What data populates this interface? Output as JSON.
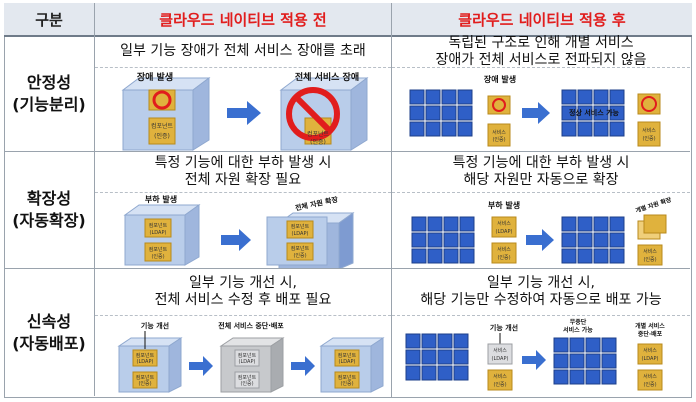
{
  "header": {
    "category": "구분",
    "before": "클라우드 네이티브 적용 전",
    "after": "클라우드 네이티브 적용 후"
  },
  "rows": [
    {
      "category": [
        "안정성",
        "(기능분리)"
      ],
      "before_desc": [
        "일부 기능 장애가 전체 서비스 장애를 초래"
      ],
      "after_desc": [
        "독립된 구조로 인해 개별 서비스",
        "장애가 전체 서비스로 전파되지 않음"
      ],
      "before_labels": {
        "fault": "장애 발생",
        "total_fault": "전체 서비스 장애",
        "component": "컴포넌트",
        "ldap": "(LDAP)",
        "auth": "(인증)"
      },
      "after_labels": {
        "fault": "장애 발생",
        "normal": "정상 서비스 가능",
        "service": "서비스",
        "ldap": "(LDAP)",
        "auth": "(인증)"
      }
    },
    {
      "category": [
        "확장성",
        "(자동확장)"
      ],
      "before_desc": [
        "특정 기능에 대한 부하 발생 시",
        "전체 자원 확장 필요"
      ],
      "after_desc": [
        "특정 기능에 대한 부하 발생 시",
        "해당 자원만 자동으로 확장"
      ],
      "before_labels": {
        "load": "부하 발생",
        "expand": "전체 자원 확장",
        "component": "컴포넌트",
        "ldap": "(LDAP)",
        "auth": "(인증)"
      },
      "after_labels": {
        "load": "부하 발생",
        "expand": "개별 자원 확장",
        "service": "서비스",
        "ldap": "(LDAP)",
        "auth": "(인증)"
      }
    },
    {
      "category": [
        "신속성",
        "(자동배포)"
      ],
      "before_desc": [
        "일부 기능 개선 시,",
        "전체 서비스 수정 후 배포 필요"
      ],
      "after_desc": [
        "일부 기능 개선 시,",
        "해당 기능만 수정하여 자동으로 배포 가능"
      ],
      "before_labels": {
        "improve": "기능 개선",
        "stop_deploy": "전체 서비스 중단·배포",
        "component": "컴포넌트",
        "ldap": "(LDAP)",
        "auth": "(인증)"
      },
      "after_labels": {
        "improve": "기능 개선",
        "no_stop1": "무중단",
        "no_stop2": "서비스 가능",
        "deploy1": "개별 서비스",
        "deploy2": "중단·배포",
        "service": "서비스",
        "ldap": "(LDAP)",
        "auth": "(인증)"
      }
    }
  ],
  "colors": {
    "header_bg": "#e3e8ef",
    "red": "#e11d1d",
    "blue_cube": "#2f5fc7",
    "gold_cube": "#e0b23d",
    "pale_blue": "#b9cdea",
    "gray": "#c7c9cc",
    "arrow": "#3a6fd0"
  }
}
